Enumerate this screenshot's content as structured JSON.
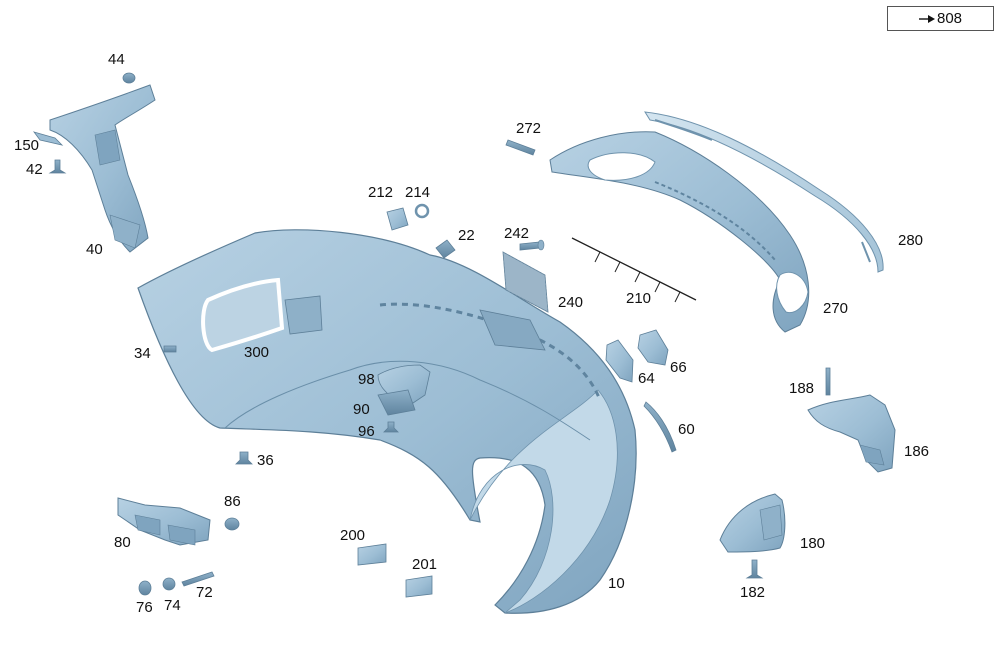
{
  "reference": {
    "label": "808",
    "arrow_icon": "arrow-right-icon"
  },
  "colors": {
    "part_fill": "#9fc0d6",
    "part_fill_light": "#c5dceb",
    "part_fill_dark": "#6f93ad",
    "part_stroke": "#5d7f98",
    "leader_line": "#222222"
  },
  "labels": {
    "p10": "10",
    "p22": "22",
    "p34": "34",
    "p36": "36",
    "p40": "40",
    "p42": "42",
    "p44": "44",
    "p60": "60",
    "p64": "64",
    "p66": "66",
    "p72": "72",
    "p74": "74",
    "p76": "76",
    "p80": "80",
    "p86": "86",
    "p90": "90",
    "p96": "96",
    "p98": "98",
    "p150": "150",
    "p180": "180",
    "p182": "182",
    "p186": "186",
    "p188": "188",
    "p200": "200",
    "p201": "201",
    "p210": "210",
    "p212": "212",
    "p214": "214",
    "p240": "240",
    "p242": "242",
    "p270": "270",
    "p272": "272",
    "p280": "280",
    "p300": "300"
  }
}
